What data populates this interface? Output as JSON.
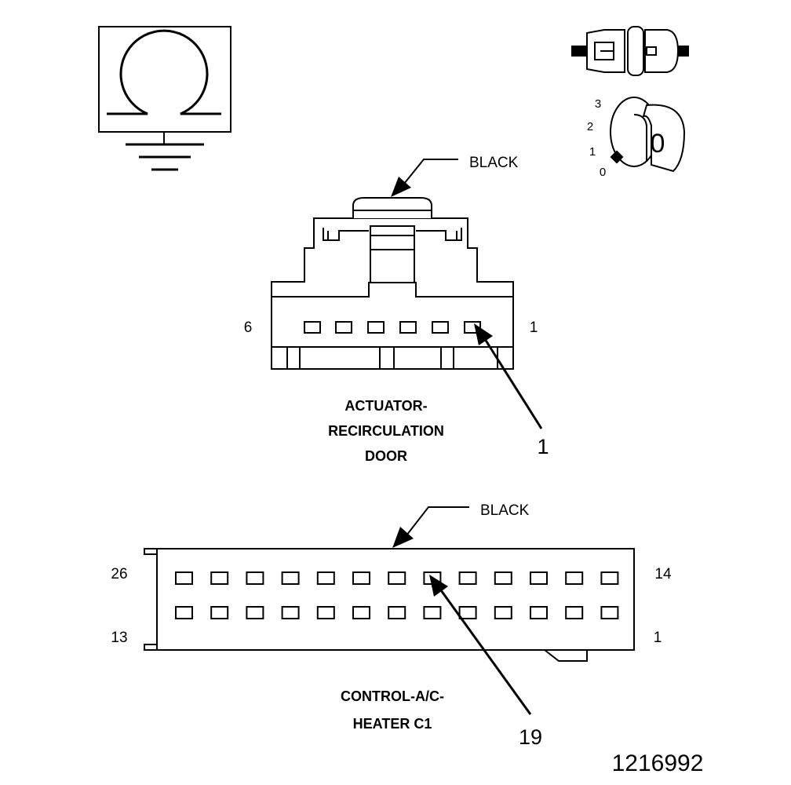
{
  "symbols": {
    "ohmmeter": "ohmmeter-ground-icon",
    "connector": "connector-disconnected-icon",
    "ignition": "ignition-switch-off-icon",
    "ignition_positions": [
      "3",
      "2",
      "1",
      "0"
    ],
    "ignition_key_label": "0"
  },
  "actuator_connector": {
    "color_label": "BLACK",
    "pin_left": "6",
    "pin_right": "1",
    "callout": "1",
    "name_lines": [
      "ACTUATOR-",
      "RECIRCULATION",
      "DOOR"
    ]
  },
  "control_connector": {
    "color_label": "BLACK",
    "top_left_pin": "26",
    "top_right_pin": "14",
    "bottom_left_pin": "13",
    "bottom_right_pin": "1",
    "callout": "19",
    "name_lines": [
      "CONTROL-A/C-",
      "HEATER C1"
    ]
  },
  "figure_id": "1216992"
}
